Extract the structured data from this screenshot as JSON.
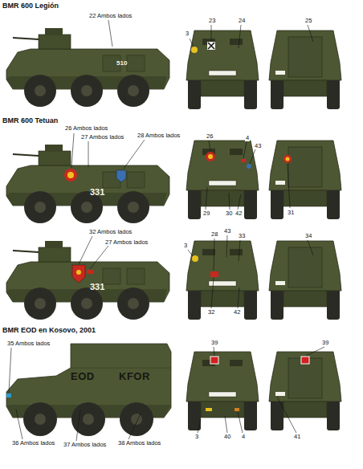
{
  "diagram": {
    "labels": [
      "BMR 600 Legión",
      "22 Ambos lados",
      "510",
      "3",
      "23",
      "24",
      "25",
      "BMR 600 Tetuan",
      "26 Ambos lados",
      "27 Ambos lados",
      "28 Ambos lados",
      "331",
      "26",
      "4",
      "43",
      "29",
      "30",
      "42",
      "31",
      "32 Ambos lados",
      "27 Ambos lados",
      "331",
      "3",
      "28",
      "43",
      "33",
      "34",
      "32",
      "42",
      "BMR EOD en Kosovo, 2001",
      "35 Ambos lados",
      "EOD",
      "KFOR",
      "36 Ambos lados",
      "37 Ambos lados",
      "38 Ambos lados",
      "39",
      "39",
      "3",
      "40",
      "4",
      "41"
    ]
  }
}
